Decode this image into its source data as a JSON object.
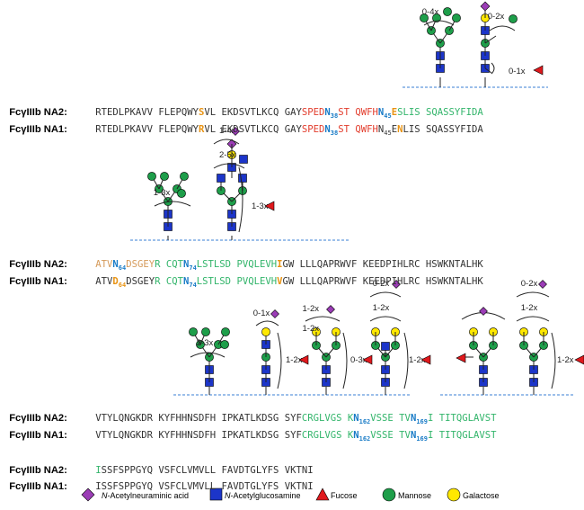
{
  "colors": {
    "sialic": "#9b3db6",
    "glcnac": "#1c35c9",
    "fucose": "#e0191d",
    "mannose": "#1e9e4a",
    "galactose": "#ffe800",
    "red_seg": "#e23c2c",
    "green_seg": "#33b56b",
    "tan_seg": "#d59a5a",
    "blue_site": "#1a7cc7",
    "orange_var": "#e89313",
    "dashed": "#3a7fd6"
  },
  "labels": {
    "na2": "FcγIIIb NA2:",
    "na1": "FcγIIIb NA1:"
  },
  "block1": {
    "na2": [
      {
        "t": "RTEDLPKAVV FLEPQWY",
        "c": "plain"
      },
      {
        "t": "S",
        "c": "orange"
      },
      {
        "t": "VL EKDSVTLKCQ GAY",
        "c": "plain"
      },
      {
        "t": "SPED",
        "c": "red"
      },
      {
        "t": "N",
        "c": "site"
      },
      {
        "t": "38",
        "c": "site_sub"
      },
      {
        "t": "ST QWFH",
        "c": "red"
      },
      {
        "t": "N",
        "c": "site"
      },
      {
        "t": "45",
        "c": "site_sub"
      },
      {
        "t": "E",
        "c": "orange"
      },
      {
        "t": "S",
        "c": "green"
      },
      {
        "t": "LIS SQASSYFIDA",
        "c": "green"
      }
    ],
    "na1": [
      {
        "t": "RTEDLPKAVV FLEPQWY",
        "c": "plain"
      },
      {
        "t": "R",
        "c": "orange"
      },
      {
        "t": "VL EKDSVTLKCQ GAY",
        "c": "plain"
      },
      {
        "t": "SPED",
        "c": "red"
      },
      {
        "t": "N",
        "c": "site"
      },
      {
        "t": "38",
        "c": "site_sub"
      },
      {
        "t": "ST QWFH",
        "c": "red"
      },
      {
        "t": "N",
        "c": "plain"
      },
      {
        "t": "45",
        "c": "plain_sub"
      },
      {
        "t": "E",
        "c": "plain"
      },
      {
        "t": "N",
        "c": "orange"
      },
      {
        "t": "LIS SQASSYFIDA",
        "c": "plain"
      }
    ]
  },
  "block2": {
    "na2": [
      {
        "t": "ATV",
        "c": "tan"
      },
      {
        "t": "N",
        "c": "site"
      },
      {
        "t": "64",
        "c": "site_sub"
      },
      {
        "t": "DSGEY",
        "c": "tan"
      },
      {
        "t": "R CQT",
        "c": "green"
      },
      {
        "t": "N",
        "c": "site"
      },
      {
        "t": "74",
        "c": "site_sub"
      },
      {
        "t": "LSTLSD PVQLEVH",
        "c": "green"
      },
      {
        "t": "I",
        "c": "orange"
      },
      {
        "t": "GW LLLQAPRWVF KEEDPIHLRC HSWKNTALHK",
        "c": "plain"
      }
    ],
    "na1": [
      {
        "t": "ATV",
        "c": "plain"
      },
      {
        "t": "D",
        "c": "orange"
      },
      {
        "t": "64",
        "c": "orange_sub"
      },
      {
        "t": "DSGEY",
        "c": "plain"
      },
      {
        "t": "R CQT",
        "c": "green"
      },
      {
        "t": "N",
        "c": "site"
      },
      {
        "t": "74",
        "c": "site_sub"
      },
      {
        "t": "LSTLSD PVQLEVH",
        "c": "green"
      },
      {
        "t": "V",
        "c": "orange"
      },
      {
        "t": "GW LLLQAPRWVF KEEDPIHLRC HSWKNTALHK",
        "c": "plain"
      }
    ]
  },
  "block3": {
    "na2": [
      {
        "t": "VTYLQNGKDR KYFHHNSDFH IPKATLKDSG SYF",
        "c": "plain"
      },
      {
        "t": "CRGLVGS K",
        "c": "green"
      },
      {
        "t": "N",
        "c": "site"
      },
      {
        "t": "162",
        "c": "site_sub"
      },
      {
        "t": "VSSE TV",
        "c": "green"
      },
      {
        "t": "N",
        "c": "site"
      },
      {
        "t": "169",
        "c": "site_sub"
      },
      {
        "t": "I TITQGLAVST",
        "c": "green"
      }
    ],
    "na1": [
      {
        "t": "VTYLQNGKDR KYFHHNSDFH IPKATLKDSG SYF",
        "c": "plain"
      },
      {
        "t": "CRGLVGS K",
        "c": "green"
      },
      {
        "t": "N",
        "c": "site"
      },
      {
        "t": "162",
        "c": "site_sub"
      },
      {
        "t": "VSSE TV",
        "c": "green"
      },
      {
        "t": "N",
        "c": "site"
      },
      {
        "t": "169",
        "c": "site_sub"
      },
      {
        "t": "I TITQGLAVST",
        "c": "green"
      }
    ]
  },
  "block4": {
    "na2": [
      {
        "t": "I",
        "c": "green"
      },
      {
        "t": "SSFSPPGYQ VSFCLVMVLL FAVDTGLYFS VKTNI",
        "c": "plain"
      }
    ],
    "na1": [
      {
        "t": "ISSFSPPGYQ VSFCLVMVLL FAVDTGLYFS VKTNI",
        "c": "plain"
      }
    ]
  },
  "glycan_annotations": {
    "b1_g1": "0-4x",
    "b1_g2_a": "0-2x",
    "b1_g2_b": "0-1x",
    "b2_g1": "1-3x",
    "b2_g2_a": "1-4x",
    "b2_g2_b": "2-5x",
    "b2_g2_c": "1-3x",
    "b3_g1": "2-3x",
    "b3_g2_a": "0-1x",
    "b3_g2_b": "1-2x",
    "b3_g3_a": "1-2x",
    "b3_g3_b": "1-2x",
    "b3_g3_c": "0-3x",
    "b3_g4_a": "0-2x",
    "b3_g4_b": "1-2x",
    "b3_g4_c": "1-2x",
    "b3_g6_a": "0-2x",
    "b3_g6_b": "1-2x",
    "b3_g6_c": "1-2x"
  },
  "legend": {
    "sialic_italic": "N",
    "sialic_rest": "-Acetylneuraminic acid",
    "glcnac_italic": "N",
    "glcnac_rest": "-Acetylglucosamine",
    "fucose": "Fucose",
    "mannose": "Mannose",
    "galactose": "Galactose"
  }
}
